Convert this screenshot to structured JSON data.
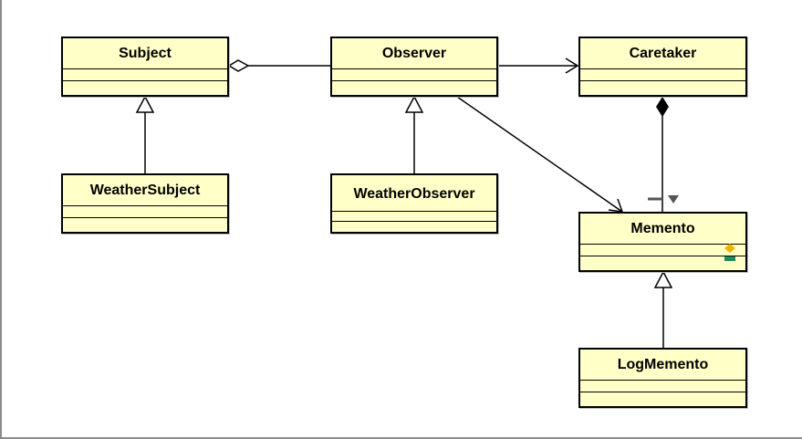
{
  "classes": {
    "subject": "Subject",
    "observer": "Observer",
    "caretaker": "Caretaker",
    "weather_subject": "WeatherSubject",
    "weather_observer": "WeatherObserver",
    "memento": "Memento",
    "log_memento": "LogMemento"
  },
  "colors": {
    "class_fill": "#ffffc8",
    "line": "#000000",
    "field_icon": "#f0b400",
    "method_icon": "#1f8a5a",
    "annotation": "#555555"
  },
  "icons": {
    "memento_field": "protected-field-icon",
    "memento_method": "method-icon",
    "association_marker": "triangle-marker-icon"
  }
}
